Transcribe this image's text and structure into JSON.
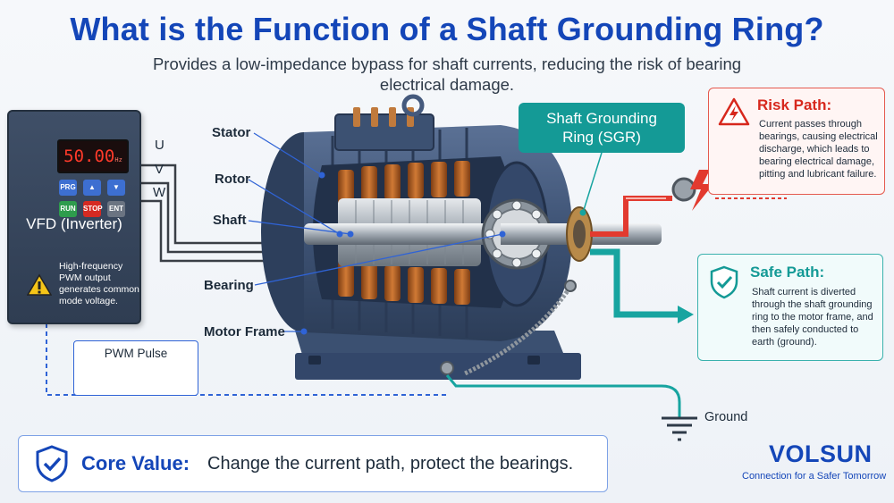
{
  "header": {
    "title": "What is the Function of a Shaft Grounding Ring?",
    "subtitle": "Provides a low-impedance bypass for shaft currents, reducing the risk of bearing electrical damage."
  },
  "vfd": {
    "display": "50.00",
    "display_unit": "Hz",
    "buttons": [
      "PRG",
      "▲",
      "▼",
      "RUN",
      "STOP",
      "ENT"
    ],
    "label": "VFD (Inverter)",
    "note": "High-frequency PWM output generates common mode voltage."
  },
  "phases": [
    "U",
    "V",
    "W"
  ],
  "parts": {
    "stator": "Stator",
    "rotor": "Rotor",
    "shaft": "Shaft",
    "bearing": "Bearing",
    "motor_frame": "Motor Frame"
  },
  "sgr": {
    "label": "Shaft Grounding Ring (SGR)"
  },
  "risk": {
    "title": "Risk Path:",
    "text": "Current passes through bearings, causing electrical discharge, which leads to bearing electrical damage, pitting and lubricant failure."
  },
  "safe": {
    "title": "Safe Path:",
    "text": "Shaft current is diverted through the shaft grounding ring to the motor frame, and then safely conducted to earth (ground)."
  },
  "pwm": {
    "label": "PWM Pulse"
  },
  "ground": {
    "label": "Ground"
  },
  "core": {
    "title": "Core Value:",
    "text": "Change the current path, protect the bearings."
  },
  "brand": {
    "name": "VOLSUN",
    "tagline": "Connection for a Safer Tomorrow"
  },
  "colors": {
    "title_blue": "#1446b8",
    "risk_red": "#e23a2f",
    "safe_teal": "#17a4a0",
    "motor_blue": "#3f5577",
    "copper": "#b8642a"
  }
}
